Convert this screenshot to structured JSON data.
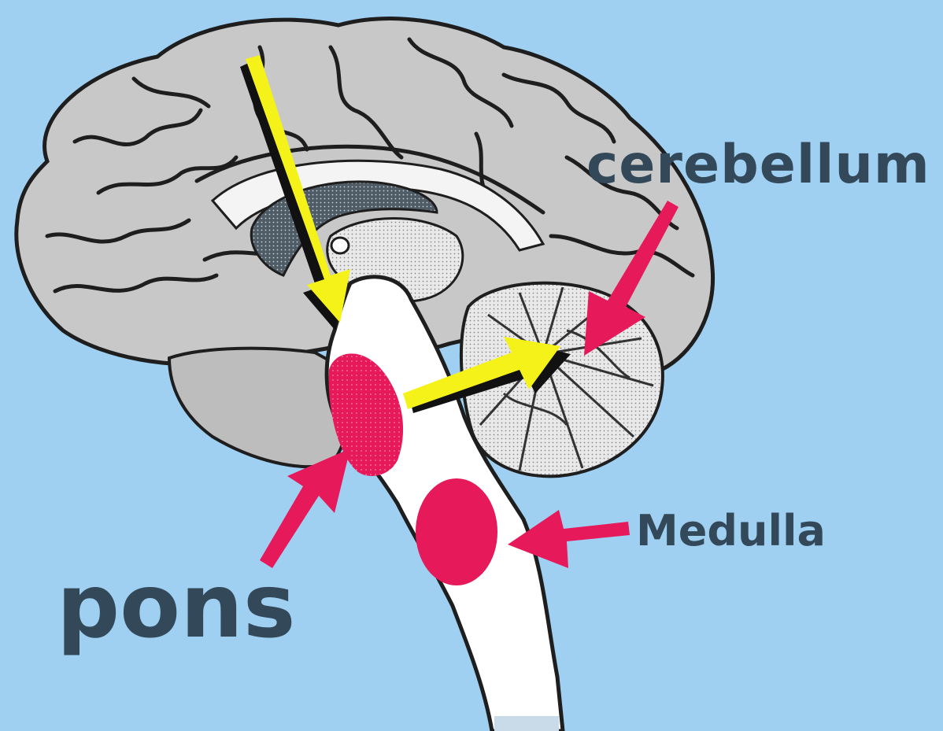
{
  "colors": {
    "background": "#9fd0f2",
    "brain_gray": "#c8c8c8",
    "outline": "#1e1e1e",
    "highlight_red": "#e6195a",
    "arrow_yellow": "#f4f218",
    "label_text": "#33495a"
  },
  "labels": {
    "cerebellum": "cerebellum",
    "medulla": "Medulla",
    "pons": "pons"
  }
}
